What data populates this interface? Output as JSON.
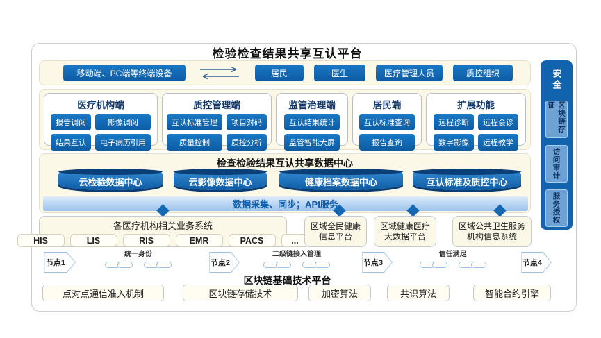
{
  "title": "检验检查结果共享互认平台",
  "colors": {
    "accent_blue": "#1063ae",
    "navy": "#0a3c72",
    "cream_bg": "#fcf8e8",
    "band_gradient_top": "#dcebfb",
    "band_gradient_bottom": "#9cc2ec",
    "diamond": "#1568b2",
    "sidebar_blue": "#1263ad",
    "sidebar_item_blue": "#6fa2d4"
  },
  "terminals": {
    "device": "移动端、PC端等终端设备",
    "users": [
      "居民",
      "医生",
      "医疗管理人员",
      "质控组织"
    ]
  },
  "panels": [
    {
      "title": "医疗机构端",
      "items": [
        "报告调阅",
        "影像调阅",
        "结果互认",
        "电子病历引用"
      ]
    },
    {
      "title": "质控管理端",
      "items": [
        "互认标准管理",
        "项目对码",
        "质量控制",
        "质控分析"
      ]
    },
    {
      "title": "监管治理端",
      "items": [
        "互认结果统计",
        "监管智能大屏"
      ]
    },
    {
      "title": "居民端",
      "items": [
        "互认标准查询",
        "报告查询"
      ]
    },
    {
      "title": "扩展功能",
      "items": [
        "远程诊断",
        "远程会诊",
        "数字影像",
        "远程教学"
      ]
    }
  ],
  "data_center": {
    "title": "检查检验结果互认共享数据中心",
    "cylinders": [
      "云检验数据中心",
      "云影像数据中心",
      "健康档案数据中心",
      "互认标准及质控中心"
    ],
    "band": "数据采集、同步；API服务"
  },
  "business_systems": {
    "title": "各医疗机构相关业务系统",
    "systems": [
      "HIS",
      "LIS",
      "RIS",
      "EMR",
      "PACS",
      "..."
    ],
    "platforms": [
      "区域全民健康信息平台",
      "区域健康医疗大数据平台",
      "区域公共卫生服务机构信息系统"
    ]
  },
  "blockchain": {
    "nodes": [
      "节点1",
      "节点2",
      "节点3",
      "节点4"
    ],
    "links": [
      "统一身份",
      "二级链接入管理",
      "信任满足"
    ],
    "title": "区块链基础技术平台",
    "components": [
      "点对点通信准入机制",
      "区块链存储技术",
      "加密算法",
      "共识算法",
      "智能合约引擎"
    ]
  },
  "security_bar": {
    "title": "安全",
    "items": [
      "区块链存证",
      "访问审计",
      "服务授权"
    ]
  }
}
